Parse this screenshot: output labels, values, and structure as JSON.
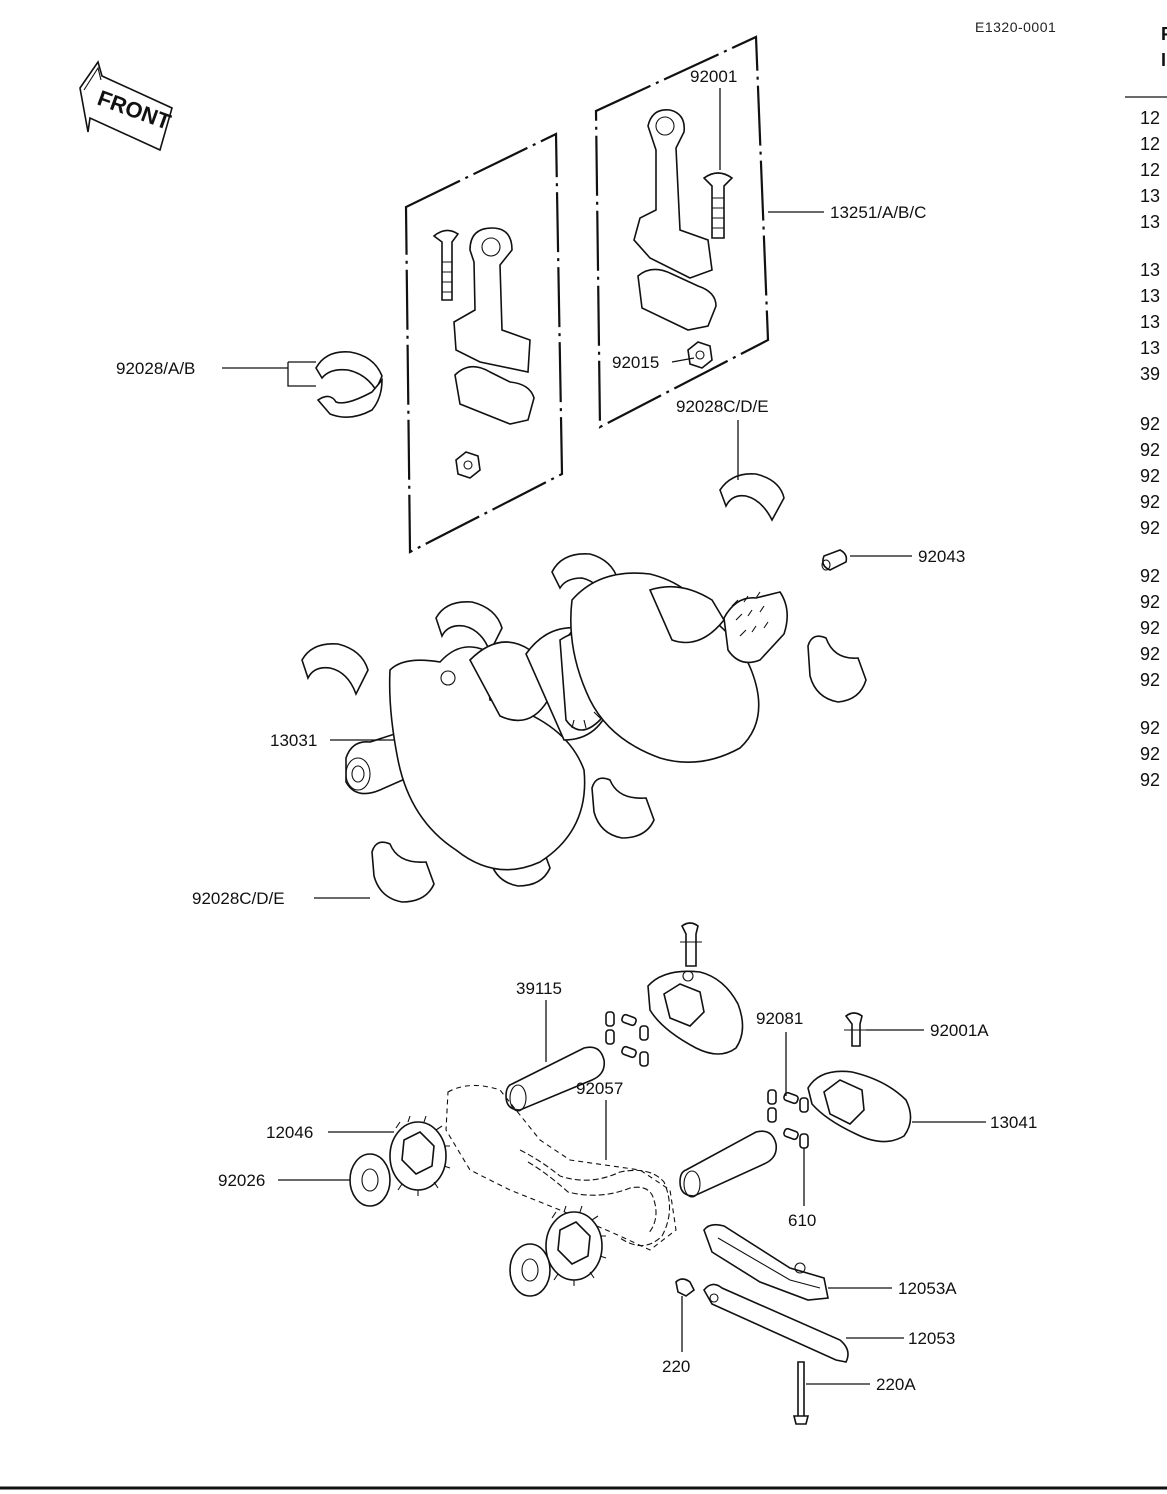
{
  "header": {
    "code": "E1320-0001"
  },
  "front_arrow": {
    "text": "FRONT"
  },
  "callouts": {
    "c92001": "92001",
    "c13251": "13251/A/B/C",
    "c92015": "92015",
    "c92028ab": "92028/A/B",
    "c92028cde_top": "92028C/D/E",
    "c92043": "92043",
    "c13031": "13031",
    "c92028cde_bottom": "92028C/D/E",
    "c39115": "39115",
    "c92081": "92081",
    "c92001a": "92001A",
    "c92057": "92057",
    "c12046": "12046",
    "c13041": "13041",
    "c92026": "92026",
    "c610": "610",
    "c12053a": "12053A",
    "c12053": "12053",
    "c220": "220",
    "c220a": "220A"
  },
  "parts_column": [
    "12",
    "12",
    "12",
    "13",
    "13",
    "13",
    "13",
    "13",
    "13",
    "39",
    "92",
    "92",
    "92",
    "92",
    "92",
    "92",
    "92",
    "92",
    "92",
    "92",
    "92",
    "92",
    "92"
  ]
}
